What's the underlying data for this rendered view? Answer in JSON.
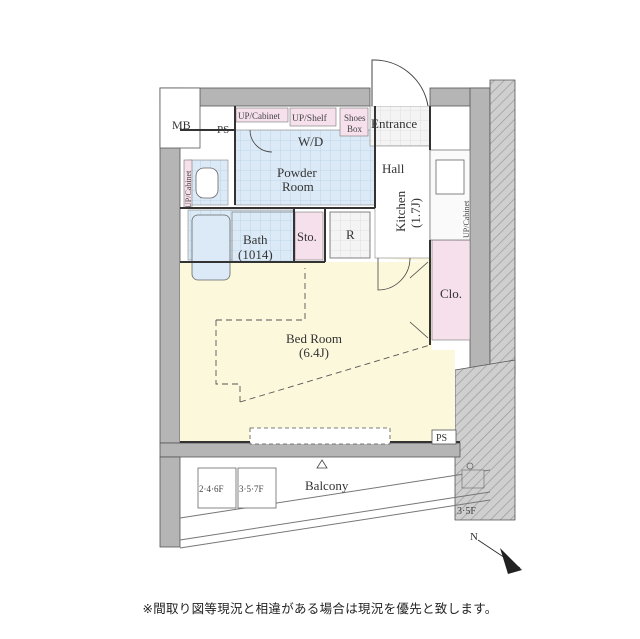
{
  "rooms": {
    "mb": "MB",
    "ps_top": "PS",
    "ps_bottom": "PS",
    "up_cabinet_top": "UP/Cabinet",
    "up_shelf": "UP/Shelf",
    "shoes_box_line1": "Shoes",
    "shoes_box_line2": "Box",
    "entrance": "Entrance",
    "wd": "W/D",
    "powder_room_line1": "Powder",
    "powder_room_line2": "Room",
    "hall": "Hall",
    "up_cabinet_left": "UP/Cabinet",
    "kitchen_line1": "Kitchen",
    "kitchen_line2": "(1.7J)",
    "up_cabinet_right": "UP/Cabinet",
    "bath_line1": "Bath",
    "bath_line2": "(1014)",
    "storage": "Sto.",
    "refrigerator": "R",
    "closet": "Clo.",
    "bedroom_line1": "Bed Room",
    "bedroom_line2": "(6.4J)",
    "balcony": "Balcony",
    "floors_a": "2·4·6F",
    "floors_b": "3·5·7F",
    "floor_note": "3·5F"
  },
  "footnote": "※間取り図等現況と相違がある場合は現況を優先と致します。",
  "colors": {
    "wall": "#b3b3b3",
    "wall_edge": "#555555",
    "bedroom": "#fbf8dc",
    "wet_area": "#dbeaf6",
    "cabinet": "#f6e0ec",
    "floor_tile": "#f2f2f2",
    "hatch": "#9a9a9a"
  }
}
